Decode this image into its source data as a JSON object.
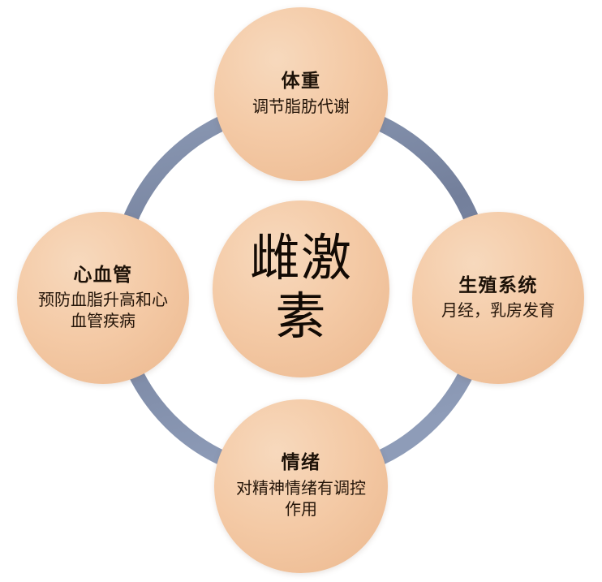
{
  "diagram": {
    "type": "hub-and-spoke",
    "background_color": "#ffffff",
    "node_fill_color": "#F2C9A3",
    "ring_color": "#7E8CA8",
    "text_color": "#1D1208",
    "center": {
      "title": "雌激素"
    },
    "nodes": [
      {
        "position": "top",
        "title": "体重",
        "description": "调节脂肪代谢"
      },
      {
        "position": "left",
        "title": "心血管",
        "description": "预防血脂升高和心血管疾病"
      },
      {
        "position": "right",
        "title": "生殖系统",
        "description": "月经，乳房发育"
      },
      {
        "position": "bottom",
        "title": "情绪",
        "description": "对精神情绪有调控作用"
      }
    ]
  }
}
